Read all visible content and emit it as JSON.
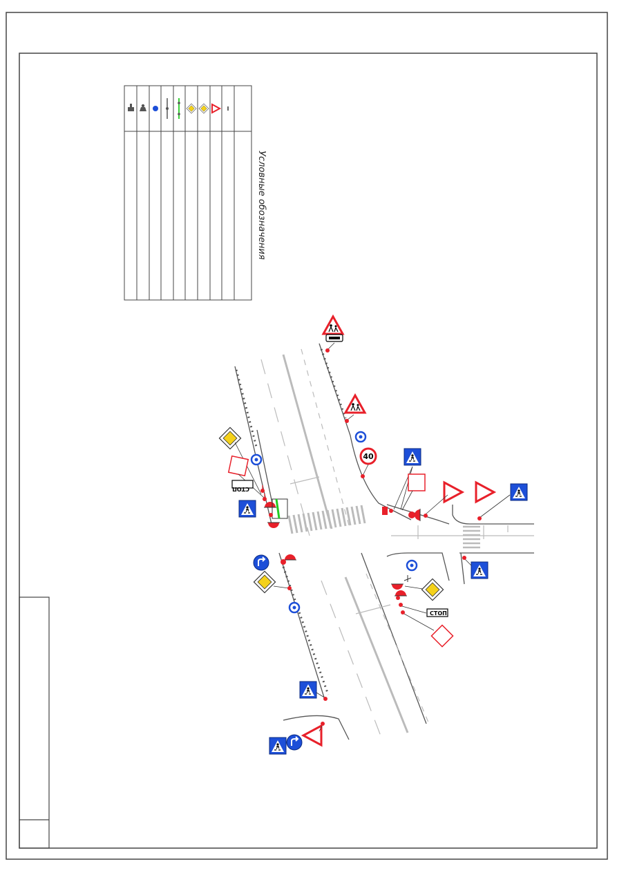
{
  "legend": {
    "title": "Условные обозначения",
    "rows": 10
  },
  "signs": {
    "stop_text": "СТОП",
    "speed_limit": "40"
  },
  "colors": {
    "road_line": "#555555",
    "marking": "#bbbbbb",
    "sign_red": "#e8202a",
    "sign_blue": "#1d4fd8",
    "sign_yellow": "#f4d11a",
    "signal_green": "#22cc22"
  },
  "icons": [
    "person-on-pedestal-icon",
    "bell-pedestal-icon",
    "blue-dot-icon",
    "post-icon",
    "green-post-icon",
    "priority-diamond-icon",
    "yield-triangle-icon",
    "dash-icon"
  ]
}
